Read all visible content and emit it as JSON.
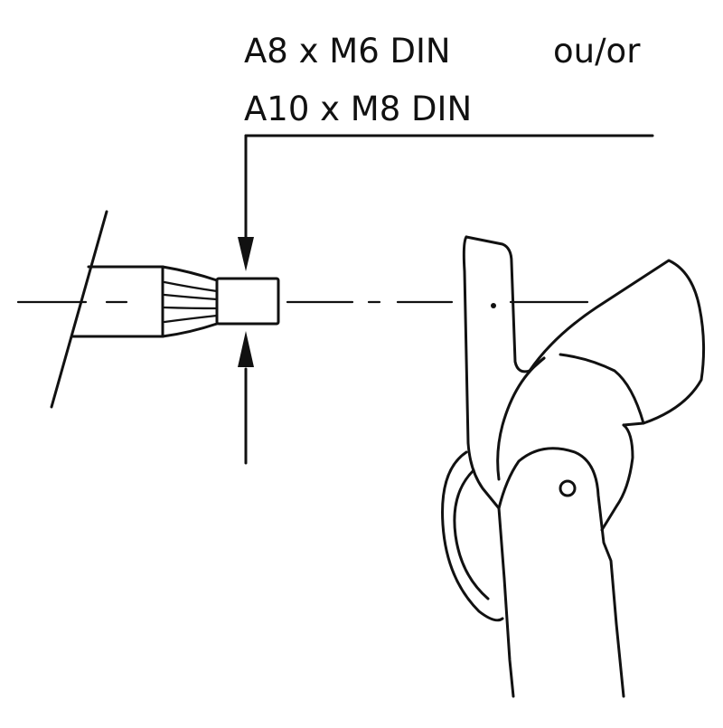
{
  "labels": {
    "spec_line1": "A8 x M6 DIN",
    "alt_word": "ou/or",
    "spec_line2": "A10 x M8 DIN"
  },
  "colors": {
    "ink": "#111111",
    "background": "#ffffff"
  }
}
